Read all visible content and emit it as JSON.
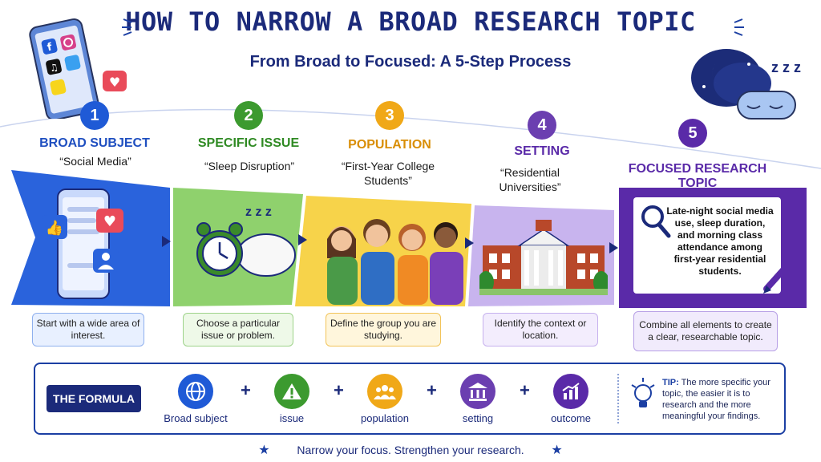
{
  "header": {
    "title": "HOW TO NARROW A BROAD RESEARCH TOPIC",
    "subtitle": "From Broad to Focused: A 5-Step Process"
  },
  "steps": [
    {
      "number": "1",
      "title": "BROAD SUBJECT",
      "example": "“Social Media”",
      "description": "Start with a wide area of interest.",
      "color": "#1f5ad6"
    },
    {
      "number": "2",
      "title": "SPECIFIC ISSUE",
      "example": "“Sleep Disruption”",
      "description": "Choose a particular issue or problem.",
      "color": "#3c9a2f"
    },
    {
      "number": "3",
      "title": "POPULATION",
      "example": "“First-Year College Students”",
      "description": "Define the group you are studying.",
      "color": "#e5a10f"
    },
    {
      "number": "4",
      "title": "SETTING",
      "example": "“Residential Universities”",
      "description": "Identify the context or location.",
      "color": "#6b3fb0"
    },
    {
      "number": "5",
      "title": "FOCUSED RESEARCH TOPIC",
      "example": "",
      "description": "Combine all elements to create a clear, researchable topic.",
      "color": "#5a2aa8"
    }
  ],
  "focused_topic": "Late-night social media use, sleep duration, and morning class attendance among first-year residential students.",
  "formula": {
    "label": "THE FORMULA",
    "items": [
      {
        "label": "Broad subject",
        "icon": "globe-icon",
        "color": "#1f5ad6"
      },
      {
        "label": "issue",
        "icon": "warning-icon",
        "color": "#3c9a2f"
      },
      {
        "label": "population",
        "icon": "people-icon",
        "color": "#f0a818"
      },
      {
        "label": "setting",
        "icon": "building-icon",
        "color": "#6b3fb0"
      },
      {
        "label": "outcome",
        "icon": "chart-icon",
        "color": "#5a2aa8"
      }
    ],
    "plus": "+",
    "tip_label": "TIP:",
    "tip_text": "The more specific your topic, the easier it is to research and the more meaningful your findings."
  },
  "footer": {
    "text": "Narrow your focus. Strengthen your research.",
    "star": "★"
  },
  "decor": {
    "zzz_sleep": "z z z",
    "zzz_clock": "z z z"
  }
}
